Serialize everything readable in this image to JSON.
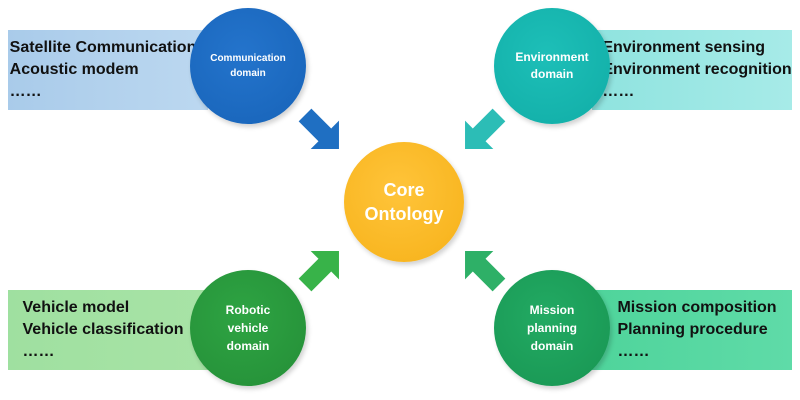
{
  "core": {
    "line1": "Core",
    "line2": "Ontology",
    "color": "#f6b118"
  },
  "domains": {
    "communication": {
      "title_line1": "Communication",
      "title_line2": "domain",
      "items": [
        "Satellite Communication",
        "Acoustic modem",
        "……"
      ],
      "circle_color": "#1763b8",
      "panel_color": "#b3d2ee"
    },
    "environment": {
      "title_line1": "Environment",
      "title_line2": "domain",
      "items": [
        "Environment sensing",
        "Environment recognition",
        "……"
      ],
      "circle_color": "#11ada6",
      "panel_color": "#9ae7e3"
    },
    "robotic_vehicle": {
      "title_line1": "Robotic",
      "title_line2": "vehicle",
      "title_line3": "domain",
      "items": [
        "Vehicle model",
        "Vehicle classification",
        "……"
      ],
      "circle_color": "#248e37",
      "panel_color": "#a3e2a3"
    },
    "mission_planning": {
      "title_line1": "Mission",
      "title_line2": "planning",
      "title_line3": "domain",
      "items": [
        "Mission composition",
        "Planning procedure",
        "……"
      ],
      "circle_color": "#189552",
      "panel_color": "#57d8a2"
    }
  },
  "arrow_colors": {
    "communication": "#1f6fc2",
    "environment": "#2cbdb6",
    "robotic_vehicle": "#38b349",
    "mission_planning": "#2eb067"
  }
}
